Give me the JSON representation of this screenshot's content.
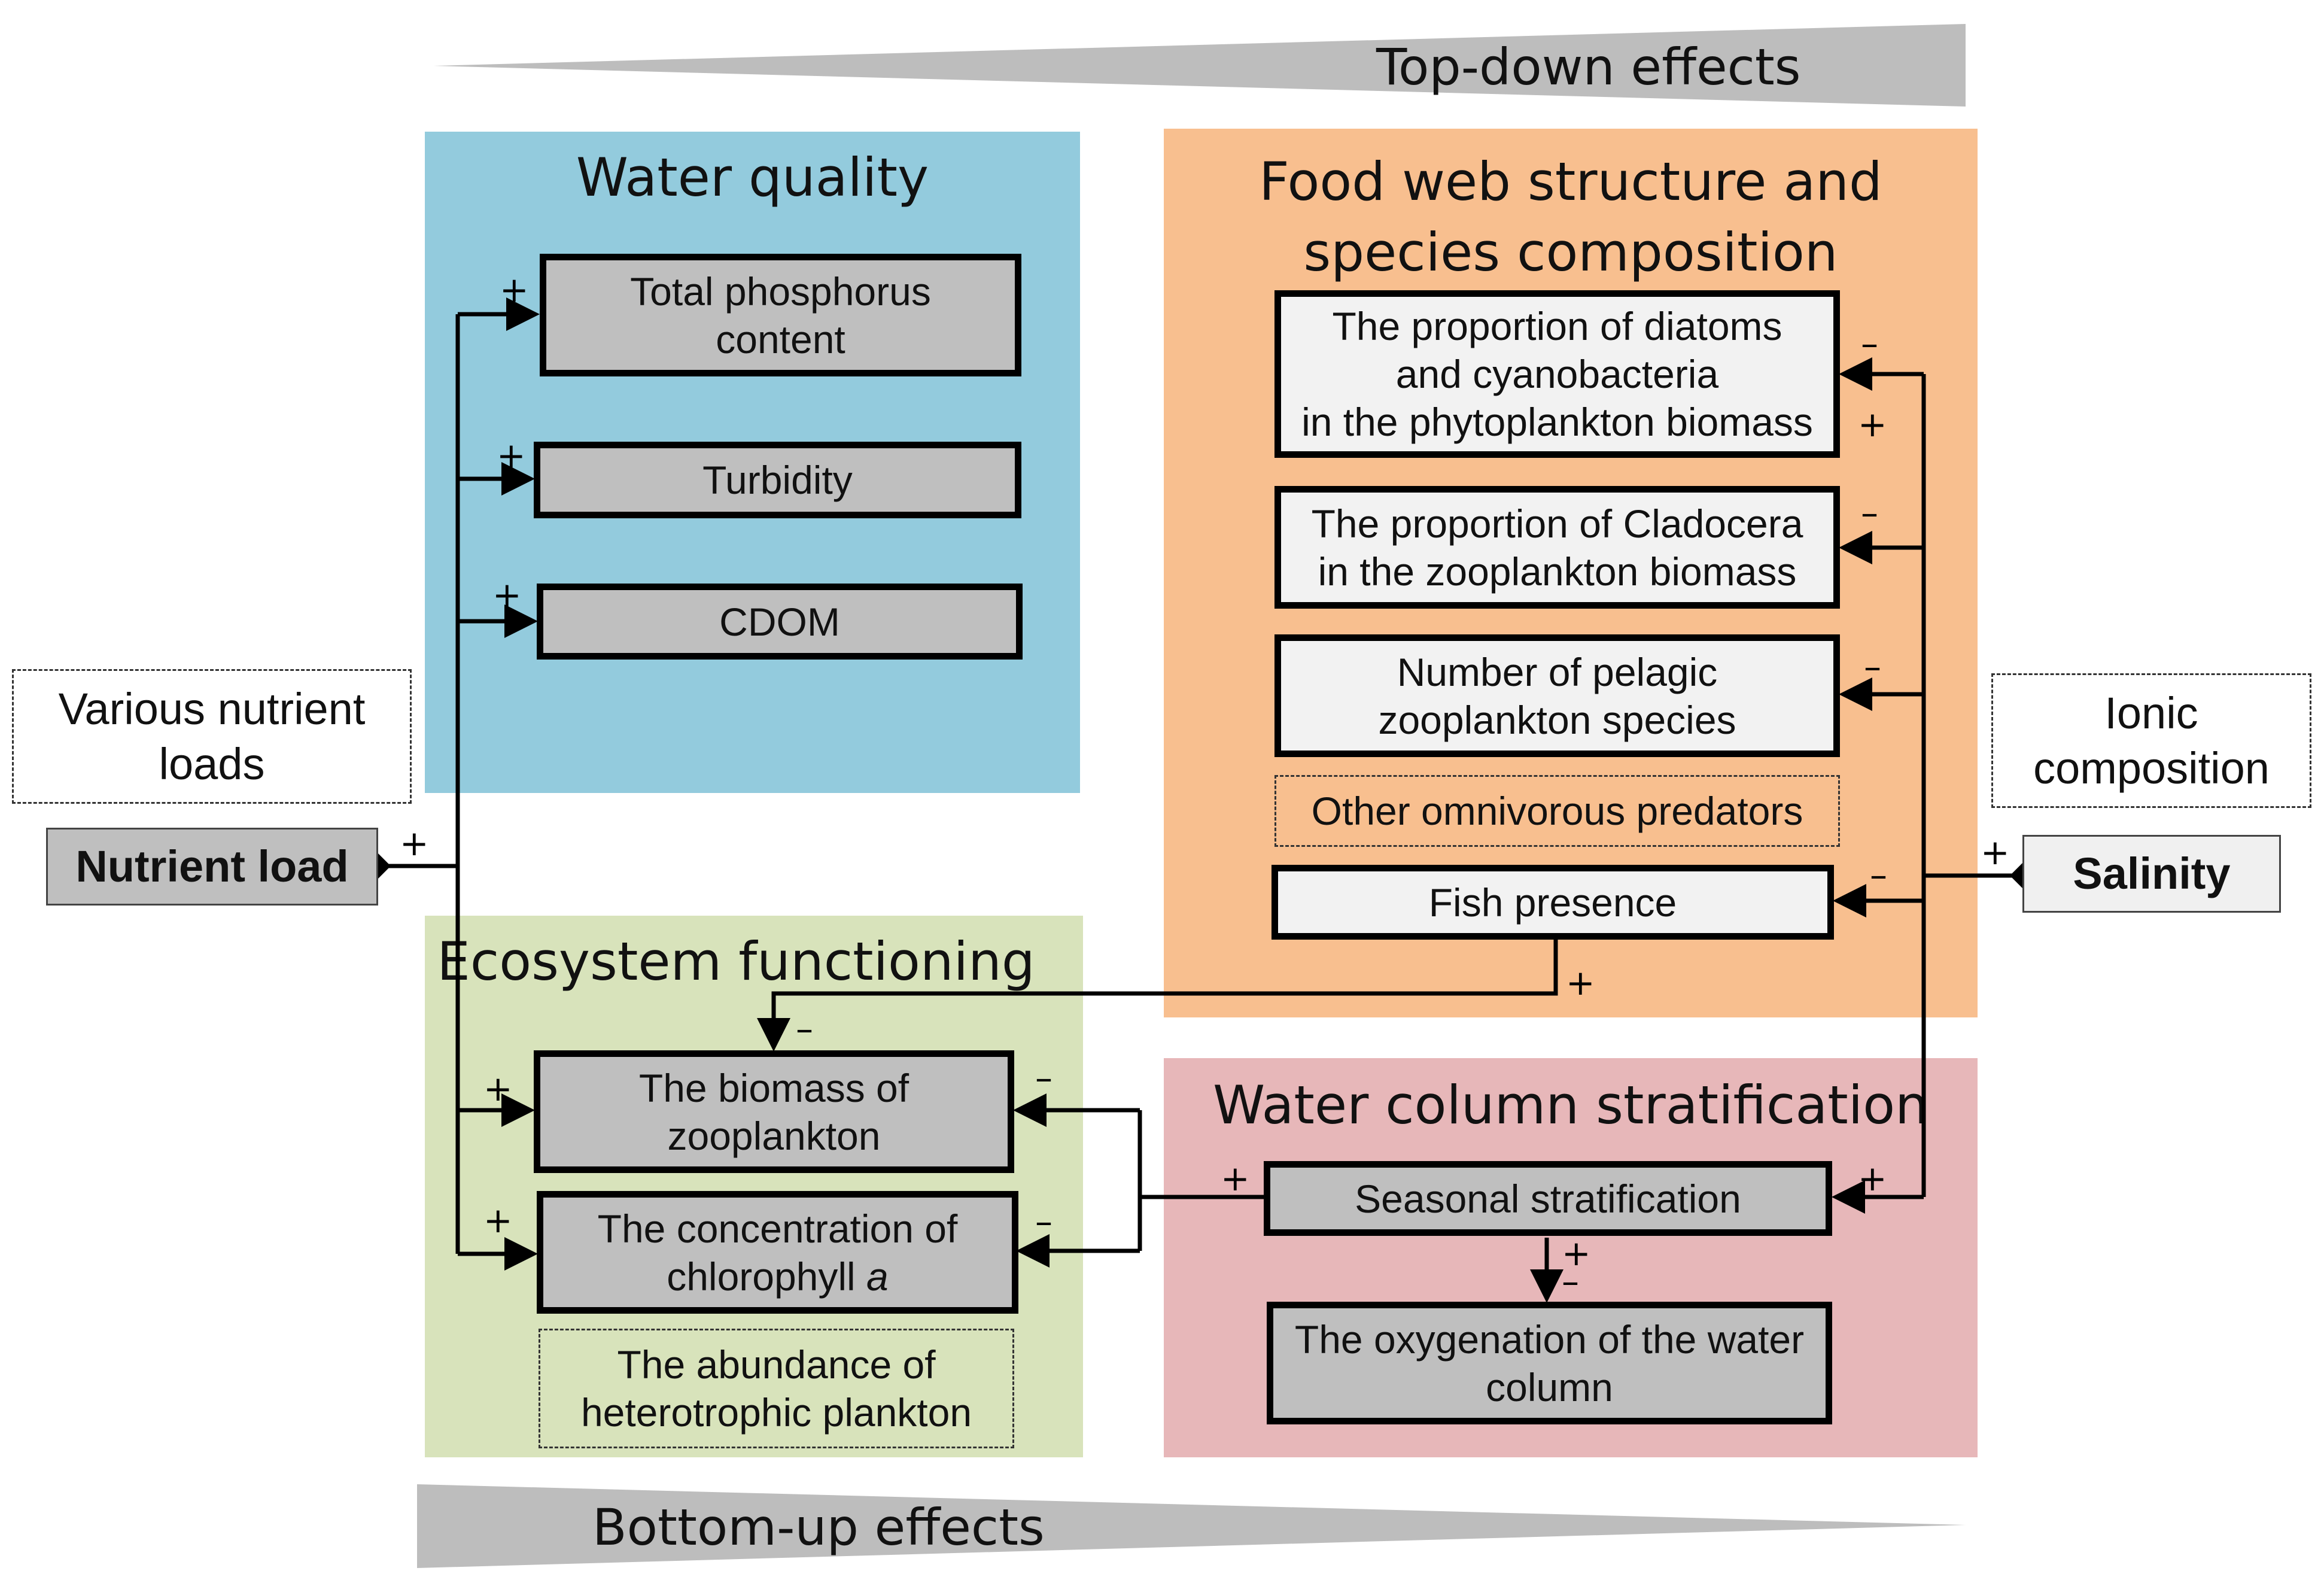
{
  "effects": {
    "top_down": "Top-down effects",
    "bottom_up": "Bottom-up effects"
  },
  "panels": {
    "water_quality": {
      "title": "Water quality",
      "color": "#93cbdd"
    },
    "food_web": {
      "title": "Food web structure and\nspecies composition",
      "color": "#f8bf8f"
    },
    "ecosystem": {
      "title": "Ecosystem functioning",
      "color": "#d8e3bb"
    },
    "stratification": {
      "title": "Water column stratification",
      "color": "#e7b7b9"
    }
  },
  "nodes": {
    "nutrient_load": "Nutrient load",
    "various_loads": "Various nutrient\nloads",
    "salinity": "Salinity",
    "ionic": "Ionic\ncomposition",
    "total_p": "Total phosphorus\ncontent",
    "turbidity": "Turbidity",
    "cdom": "CDOM",
    "diatoms": "The proportion of diatoms\nand cyanobacteria\nin the phytoplankton biomass",
    "cladocera": "The proportion of Cladocera\nin the zooplankton biomass",
    "pelagic": "Number of pelagic\nzooplankton species",
    "omnivorous": "Other omnivorous predators",
    "fish": "Fish presence",
    "zoo_biomass": "The biomass of\nzooplankton",
    "chl_prefix": "The concentration of\nchlorophyll ",
    "chl_italic": "a",
    "heterotrophic": "The abundance of\nheterotrophic plankton",
    "seasonal": "Seasonal stratification",
    "oxygenation": "The oxygenation of the water\ncolumn"
  },
  "signs": {
    "plus": "+",
    "minus": "–"
  },
  "colors": {
    "dark_box": "#bfbfbf",
    "light_box": "#f2f2f2",
    "effect_band": "#bdbdbd"
  }
}
